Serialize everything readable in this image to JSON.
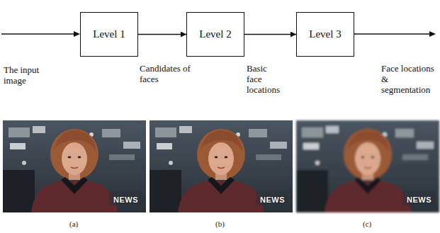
{
  "diagram": {
    "nodes": [
      {
        "text": [
          "Level 1"
        ]
      },
      {
        "text": [
          "Level 2"
        ]
      },
      {
        "text": [
          "Level 3"
        ]
      }
    ],
    "edges": [
      {
        "from": 0,
        "to": 1,
        "arrow": "to",
        "label": "Candidates of faces"
      },
      {
        "from": 1,
        "to": 2,
        "arrow": "to",
        "label": "Basic face locations"
      }
    ],
    "labels": [
      "The input image",
      "Face locations & segmentation",
      "NEWS",
      "NEWS",
      "NEWS",
      "(a)",
      "(b)",
      "(c)"
    ]
  }
}
